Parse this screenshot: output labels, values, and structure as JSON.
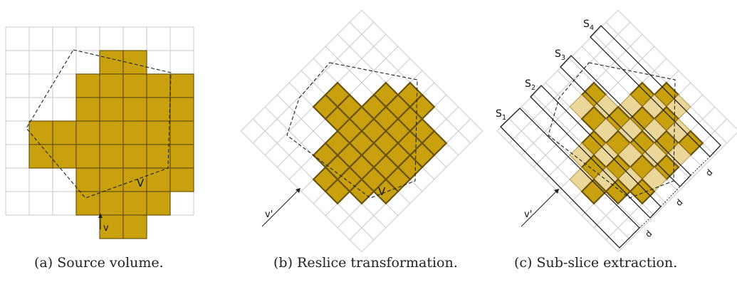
{
  "panel_a": {
    "caption": "(a) Source volume.",
    "vector_label": "v",
    "polygon_label": "V"
  },
  "panel_b": {
    "caption": "(b) Reslice transformation.",
    "vector_label": "v'",
    "polygon_label": "V"
  },
  "panel_c": {
    "caption": "(c) Sub-slice extraction.",
    "vector_label": "v'",
    "slab_labels": [
      "S",
      "S",
      "S",
      "S"
    ],
    "slab_subscripts": [
      "1",
      "2",
      "3",
      "4"
    ],
    "spacing_label": "d"
  },
  "colors": {
    "voxel_fill": "#c9a00e",
    "voxel_stroke": "#6b5410",
    "voxel_light": "#ecd79a",
    "grid": "#c9c9c9",
    "outline": "#222222"
  }
}
